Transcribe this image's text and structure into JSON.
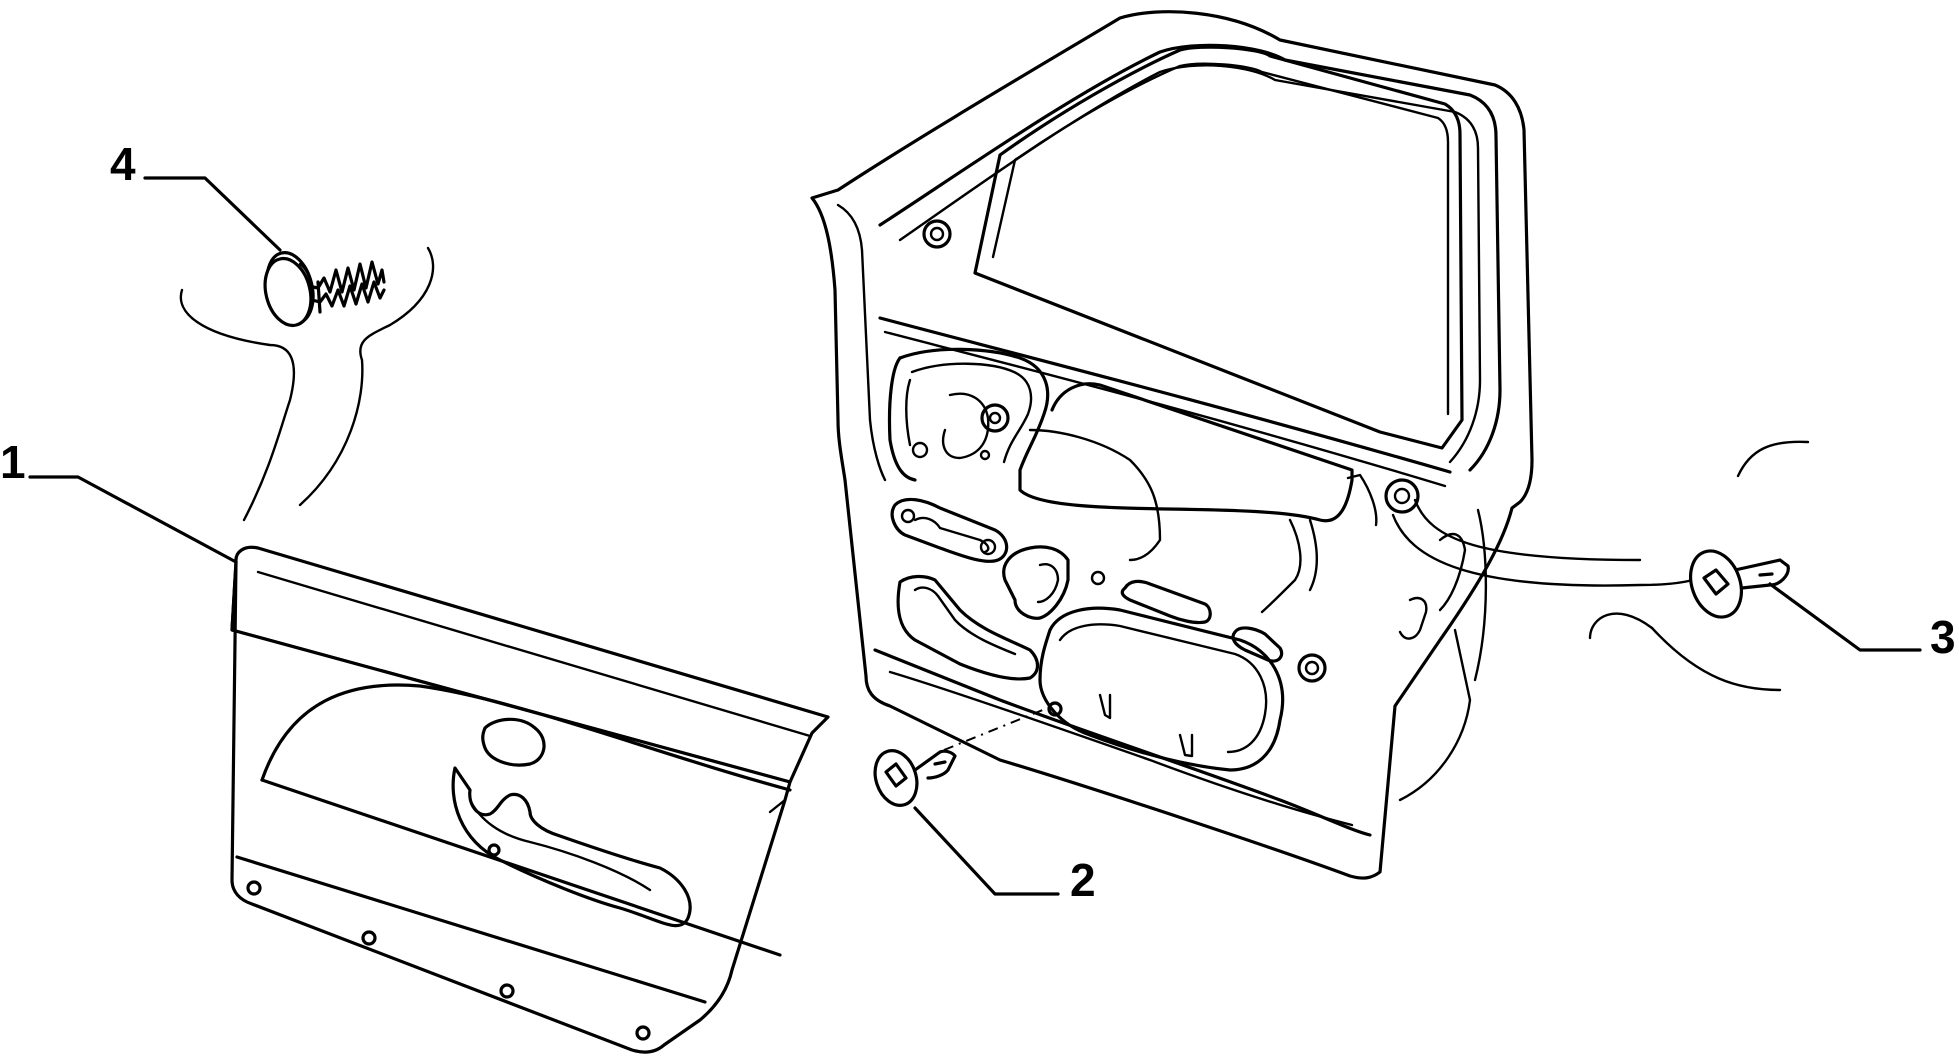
{
  "parts": [
    {
      "id": "door-trim-panel",
      "callout": "1"
    },
    {
      "id": "panel-screw",
      "callout": "2"
    },
    {
      "id": "handle-screw",
      "callout": "3"
    },
    {
      "id": "panel-clip",
      "callout": "4"
    }
  ]
}
